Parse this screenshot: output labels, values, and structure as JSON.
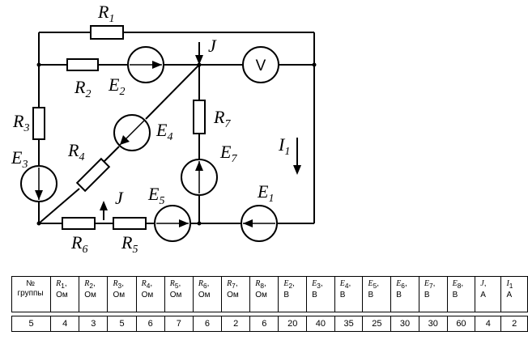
{
  "labels": {
    "R1": {
      "main": "R",
      "sub": "1"
    },
    "R2": {
      "main": "R",
      "sub": "2"
    },
    "R3": {
      "main": "R",
      "sub": "3"
    },
    "R4": {
      "main": "R",
      "sub": "4"
    },
    "R5": {
      "main": "R",
      "sub": "5"
    },
    "R6": {
      "main": "R",
      "sub": "6"
    },
    "R7": {
      "main": "R",
      "sub": "7"
    },
    "E1": {
      "main": "E",
      "sub": "1"
    },
    "E2": {
      "main": "E",
      "sub": "2"
    },
    "E3": {
      "main": "E",
      "sub": "3"
    },
    "E4": {
      "main": "E",
      "sub": "4"
    },
    "E5": {
      "main": "E",
      "sub": "5"
    },
    "E7": {
      "main": "E",
      "sub": "7"
    },
    "I1": {
      "main": "I",
      "sub": "1"
    },
    "J_top": "J",
    "J_bottom": "J",
    "voltmeter": "V"
  },
  "table": {
    "headers": [
      {
        "line1": "№",
        "line2": "группы"
      },
      {
        "sym": "R",
        "sub": "1",
        "sep": ",",
        "unit": "Ом"
      },
      {
        "sym": "R",
        "sub": "2",
        "sep": ",",
        "unit": "Ом"
      },
      {
        "sym": "R",
        "sub": "3",
        "sep": ",",
        "unit": "Ом"
      },
      {
        "sym": "R",
        "sub": "4",
        "sep": ",",
        "unit": "Ом"
      },
      {
        "sym": "R",
        "sub": "5",
        "sep": ",",
        "unit": "Ом"
      },
      {
        "sym": "R",
        "sub": "6",
        "sep": ",",
        "unit": "Ом"
      },
      {
        "sym": "R",
        "sub": "7",
        "sep": ",",
        "unit": "Ом"
      },
      {
        "sym": "R",
        "sub": "8",
        "sep": ",",
        "unit": "Ом"
      },
      {
        "sym": "E",
        "sub": "2",
        "sep": ",",
        "unit": "В"
      },
      {
        "sym": "E",
        "sub": "3",
        "sep": ",",
        "unit": "В"
      },
      {
        "sym": "E",
        "sub": "4",
        "sep": ",",
        "unit": "В"
      },
      {
        "sym": "E",
        "sub": "5",
        "sep": ",",
        "unit": "В"
      },
      {
        "sym": "E",
        "sub": "6",
        "sep": ",",
        "unit": "В"
      },
      {
        "sym": "E",
        "sub": "7",
        "sep": ",",
        "unit": "В"
      },
      {
        "sym": "E",
        "sub": "8",
        "sep": ",",
        "unit": "В"
      },
      {
        "sym": "J",
        "sub": "",
        "sep": ",",
        "unit": "А"
      },
      {
        "sym": "I",
        "sub": "1",
        "sep": "",
        "unit": "А"
      }
    ],
    "values": [
      "5",
      "4",
      "3",
      "5",
      "6",
      "7",
      "6",
      "2",
      "6",
      "20",
      "40",
      "35",
      "25",
      "30",
      "30",
      "60",
      "4",
      "2"
    ]
  }
}
